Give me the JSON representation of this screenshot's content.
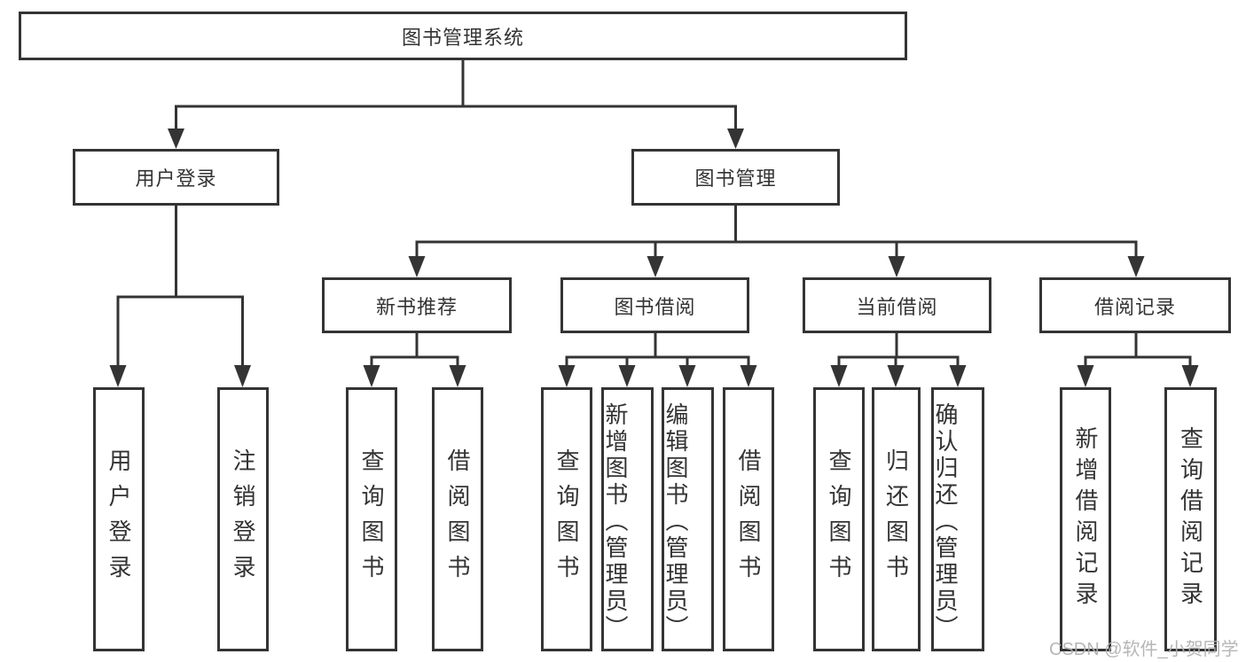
{
  "tree": {
    "root": "图书管理系统",
    "level2": [
      {
        "label": "用户登录",
        "children": [
          "用户登录",
          "注销登录"
        ]
      },
      {
        "label": "图书管理"
      }
    ],
    "level3": [
      {
        "label": "新书推荐",
        "children": [
          "查询图书",
          "借阅图书"
        ]
      },
      {
        "label": "图书借阅",
        "children": [
          "查询图书",
          "新增图书（管理员）",
          "编辑图书（管理员）",
          "借阅图书"
        ]
      },
      {
        "label": "当前借阅",
        "children": [
          "查询图书",
          "归还图书",
          "确认归还（管理员）"
        ]
      },
      {
        "label": "借阅记录",
        "children": [
          "新增借阅记录",
          "查询借阅记录"
        ]
      }
    ]
  },
  "watermark": {
    "text": "CSDN @软件_小贺同学"
  },
  "colors": {
    "line": "#343434",
    "text": "#333333",
    "box_background": "#ffffff",
    "watermark": "#b0b0b0"
  }
}
